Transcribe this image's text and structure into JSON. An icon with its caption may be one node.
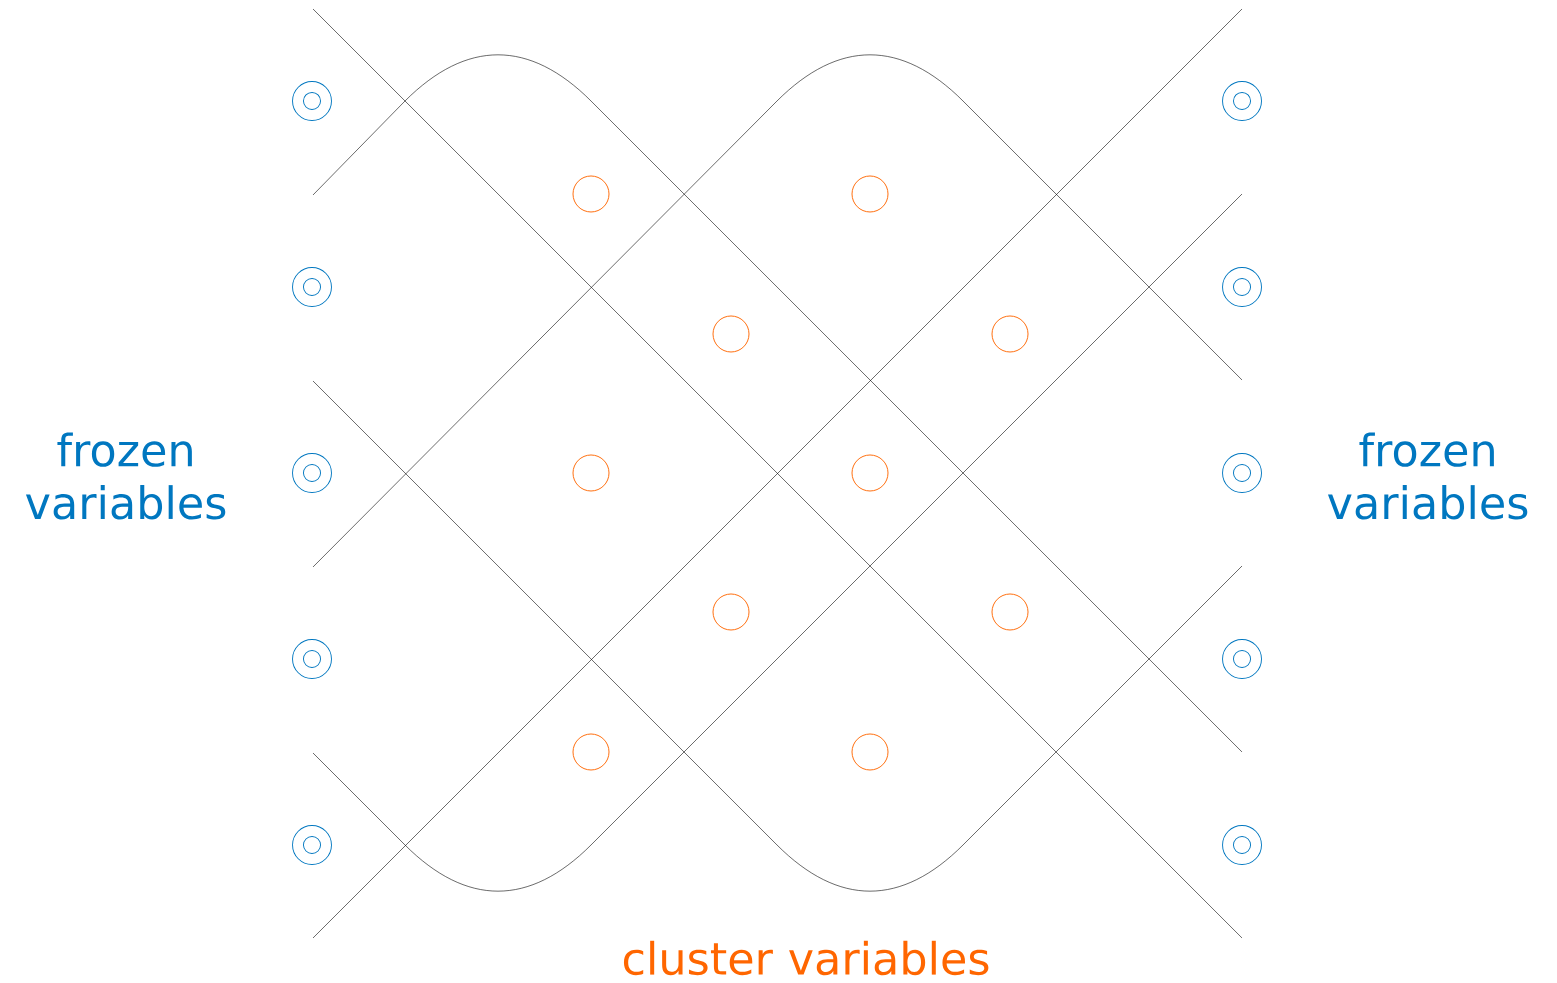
{
  "diagram": {
    "nodes": [
      {
        "text": [],
        "shape": "circle"
      },
      {
        "text": [],
        "shape": "circle"
      },
      {
        "text": [],
        "shape": "circle"
      },
      {
        "text": [],
        "shape": "circle"
      },
      {
        "text": [],
        "shape": "circle"
      },
      {
        "text": [],
        "shape": "circle"
      },
      {
        "text": [],
        "shape": "circle"
      },
      {
        "text": [],
        "shape": "circle"
      },
      {
        "text": [],
        "shape": "circle"
      },
      {
        "text": [],
        "shape": "circle"
      },
      {
        "text": [],
        "shape": "circle"
      },
      {
        "text": [],
        "shape": "circle"
      },
      {
        "text": [],
        "shape": "circle"
      },
      {
        "text": [],
        "shape": "circle"
      },
      {
        "text": [],
        "shape": "circle"
      },
      {
        "text": [],
        "shape": "circle"
      },
      {
        "text": [],
        "shape": "circle"
      },
      {
        "text": [],
        "shape": "circle"
      },
      {
        "text": [],
        "shape": "circle"
      },
      {
        "text": [],
        "shape": "circle"
      }
    ],
    "labels": [
      "frozen variables",
      "frozen variables",
      "cluster variables"
    ]
  }
}
